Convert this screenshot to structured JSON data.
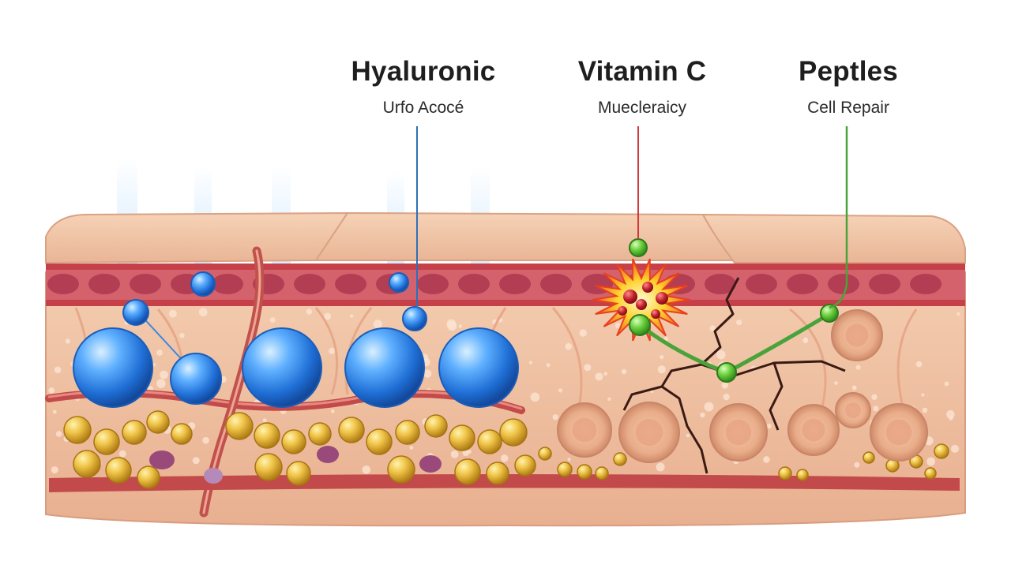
{
  "labels": {
    "hyaluronic": {
      "title": "Hyaluronic",
      "subtitle": "Urfo Acocé"
    },
    "vitamin_c": {
      "title": "Vitamin C",
      "subtitle": "Muecleraicy"
    },
    "peptides": {
      "title": "Peptles",
      "subtitle": "Cell Repair"
    }
  },
  "colors": {
    "hyaluronic_line": "#2f6fb8",
    "vitamin_c_line": "#d03a3a",
    "peptides_line": "#4aa33a",
    "sphere_blue": "#2f86e6",
    "burst_yellow": "#ffd22e",
    "burst_red": "#e8401f",
    "node_green": "#6ccf3c",
    "fat_gold": "#e8b73a",
    "skin_top": "#f2c6a6",
    "dermis": "#f0c3a4",
    "red_band": "#c6404a"
  }
}
